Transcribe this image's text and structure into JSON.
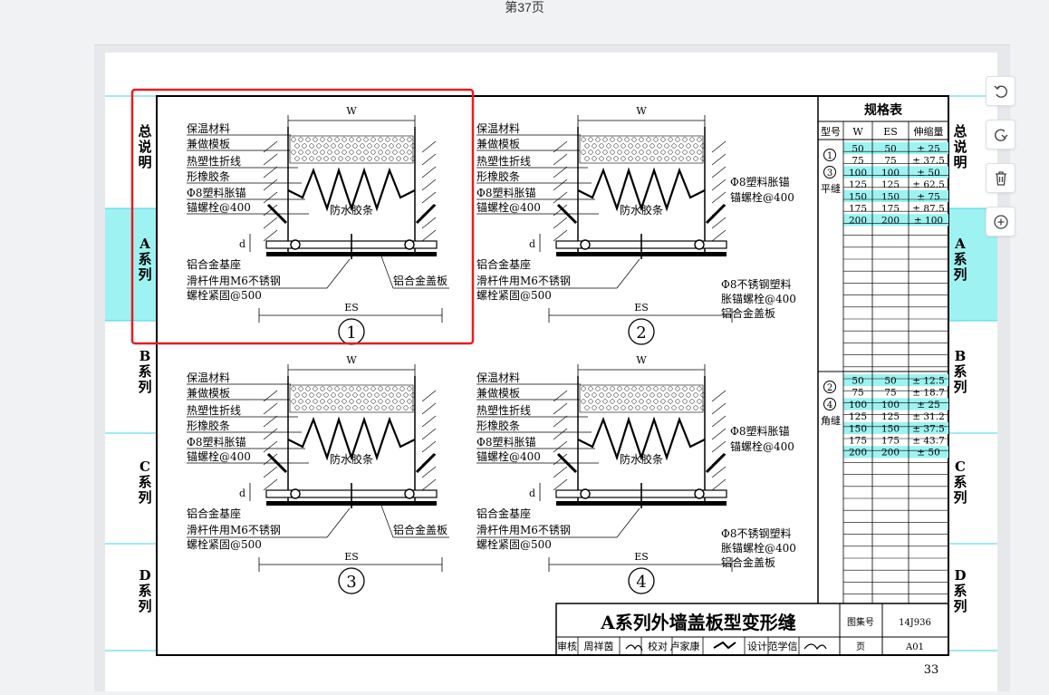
{
  "page_label": "第37页",
  "side_tabs": {
    "left": [
      "总说明",
      "A系列",
      "B系列",
      "C系列",
      "D系列"
    ],
    "right": [
      "总说明",
      "A系列",
      "B系列",
      "C系列",
      "D系列"
    ]
  },
  "details": [
    {
      "number": "1",
      "labels_left": [
        "保温材料",
        "兼做模板",
        "热塑性折线",
        "形橡胶条",
        "Φ8塑料胀锚",
        "锚螺栓@400"
      ],
      "seal_label": "防水胶条",
      "width_label": "W",
      "depth_label": "d",
      "es_label": "ES",
      "base_label": "铝合金基座",
      "bolt_labels": [
        "滑杆件用M6不锈钢",
        "螺栓紧固@500"
      ],
      "cover_label": "铝合金盖板",
      "right_labels": []
    },
    {
      "number": "2",
      "labels_left": [
        "保温材料",
        "兼做模板",
        "热塑性折线",
        "形橡胶条",
        "Φ8塑料胀锚",
        "锚螺栓@400"
      ],
      "seal_label": "防水胶条",
      "width_label": "W",
      "depth_label": "d",
      "es_label": "ES",
      "base_label": "铝合金基座",
      "bolt_labels": [
        "滑杆件用M6不锈钢",
        "螺栓紧固@500"
      ],
      "cover_label": "",
      "right_labels": [
        "Φ8塑料胀锚",
        "锚螺栓@400",
        "Φ8不锈钢塑料",
        "胀锚螺栓@400",
        "铝合金盖板"
      ]
    },
    {
      "number": "3",
      "labels_left": [
        "保温材料",
        "兼做模板",
        "热塑性折线",
        "形橡胶条",
        "Φ8塑料胀锚",
        "锚螺栓@400"
      ],
      "seal_label": "防水胶条",
      "width_label": "W",
      "depth_label": "d",
      "es_label": "ES",
      "base_label": "铝合金基座",
      "bolt_labels": [
        "滑杆件用M6不锈钢",
        "螺栓紧固@500"
      ],
      "cover_label": "铝合金盖板",
      "right_labels": []
    },
    {
      "number": "4",
      "labels_left": [
        "保温材料",
        "兼做模板",
        "热塑性折线",
        "形橡胶条",
        "Φ8塑料胀锚",
        "锚螺栓@400"
      ],
      "seal_label": "防水胶条",
      "width_label": "W",
      "depth_label": "d",
      "es_label": "ES",
      "base_label": "铝合金基座",
      "bolt_labels": [
        "滑杆件用M6不锈钢",
        "螺栓紧固@500"
      ],
      "cover_label": "",
      "right_labels": [
        "Φ8塑料胀锚",
        "锚螺栓@400",
        "Φ8不锈钢塑料",
        "胀锚螺栓@400",
        "铝合金盖板"
      ]
    }
  ],
  "spec_table": {
    "title": "规格表",
    "headers": [
      "型号",
      "W",
      "ES",
      "伸缩量"
    ],
    "groups": [
      {
        "type_marks": [
          "1",
          "3"
        ],
        "type_name": "平缝",
        "rows": [
          [
            "50",
            "50",
            "± 25"
          ],
          [
            "75",
            "75",
            "± 37.5"
          ],
          [
            "100",
            "100",
            "± 50"
          ],
          [
            "125",
            "125",
            "± 62.5"
          ],
          [
            "150",
            "150",
            "± 75"
          ],
          [
            "175",
            "175",
            "± 87.5"
          ],
          [
            "200",
            "200",
            "± 100"
          ]
        ]
      },
      {
        "type_marks": [
          "2",
          "4"
        ],
        "type_name": "角缝",
        "rows": [
          [
            "50",
            "50",
            "± 12.5"
          ],
          [
            "75",
            "75",
            "± 18.7"
          ],
          [
            "100",
            "100",
            "± 25"
          ],
          [
            "125",
            "125",
            "± 31.2"
          ],
          [
            "150",
            "150",
            "± 37.5"
          ],
          [
            "175",
            "175",
            "± 43.7"
          ],
          [
            "200",
            "200",
            "± 50"
          ]
        ]
      }
    ]
  },
  "title_block": {
    "title": "A系列外墙盖板型变形缝",
    "atlas_label": "图集号",
    "atlas_number": "14J936",
    "page_label": "页",
    "page_number": "A01",
    "review_label": "审核",
    "reviewer": "周祥茵",
    "check_label": "校对",
    "checker": "卢家康",
    "design_label": "设计",
    "designer": "范学信"
  },
  "page_footer_number": "33",
  "colors": {
    "highlight": "#9ef2f2",
    "selection": "#e31e24",
    "guide_line": "#40d6e0",
    "ink": "#000000"
  },
  "toolbar": [
    "rotate-left-icon",
    "rotate-right-icon",
    "delete-icon",
    "zoom-in-icon"
  ]
}
